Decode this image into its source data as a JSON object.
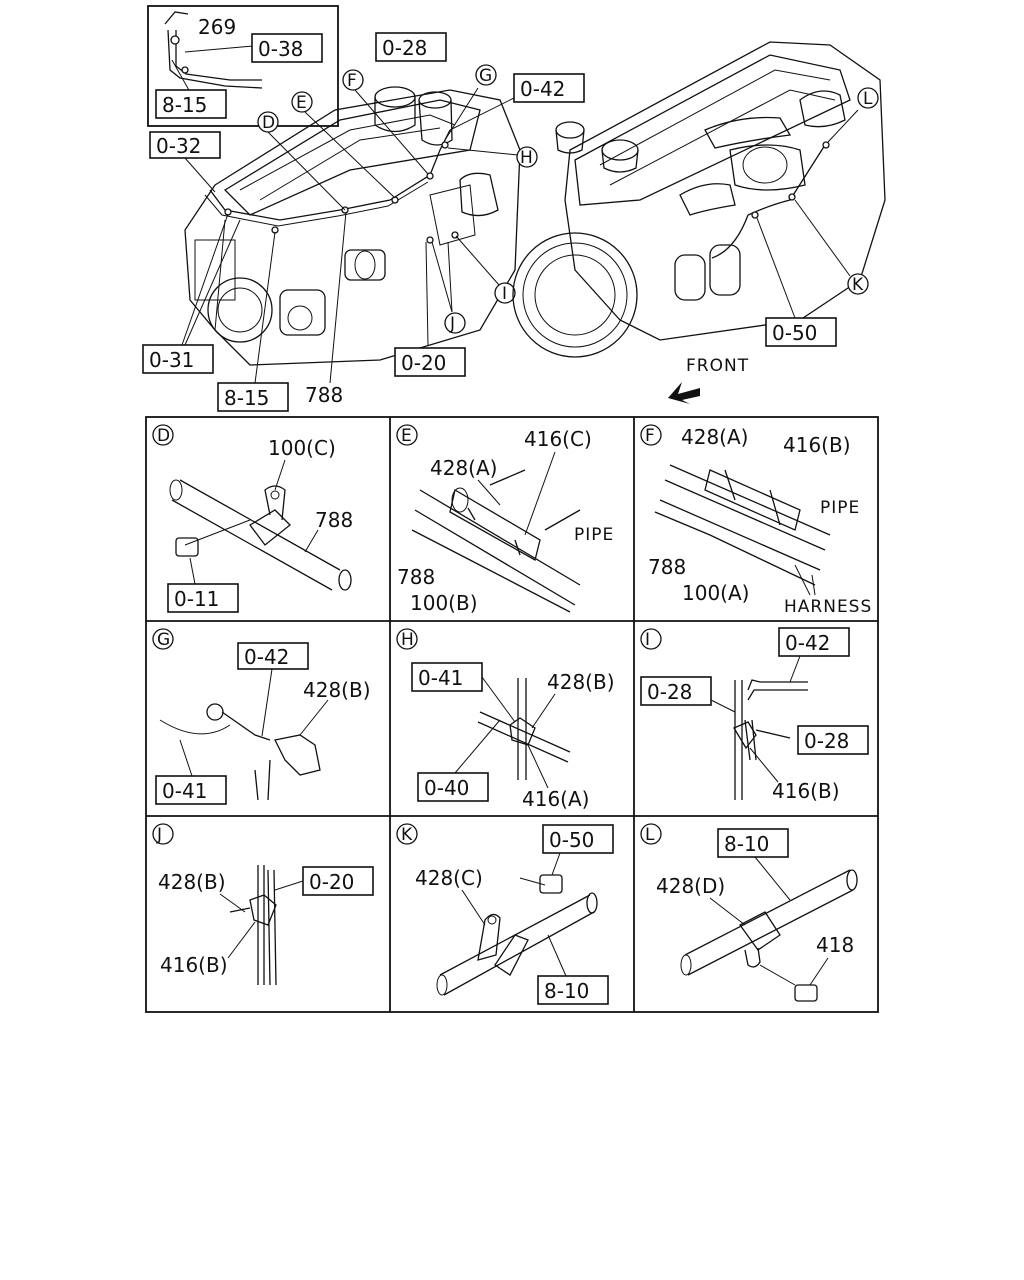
{
  "overview": {
    "labels": {
      "l269": "269",
      "l038": "0-38",
      "l815a": "8-15",
      "l028": "0-28",
      "l042": "0-42",
      "l032": "0-32",
      "l031": "0-31",
      "l815b": "8-15",
      "l788": "788",
      "l020": "0-20",
      "l050": "0-50",
      "front": "FRONT"
    },
    "callouts": {
      "D": "D",
      "E": "E",
      "F": "F",
      "G": "G",
      "H": "H",
      "I": "I",
      "J": "J",
      "K": "K",
      "L": "L"
    }
  },
  "details": {
    "D": {
      "letter": "D",
      "p100c": "100(C)",
      "p788": "788",
      "p011": "0-11"
    },
    "E": {
      "letter": "E",
      "p416c": "416(C)",
      "p428a": "428(A)",
      "pipe": "PIPE",
      "p788": "788",
      "p100b": "100(B)"
    },
    "F": {
      "letter": "F",
      "p428a": "428(A)",
      "p416b": "416(B)",
      "pipe": "PIPE",
      "p788": "788",
      "p100a": "100(A)",
      "harness": "HARNESS"
    },
    "G": {
      "letter": "G",
      "p042": "0-42",
      "p428b": "428(B)",
      "p041": "0-41"
    },
    "H": {
      "letter": "H",
      "p041": "0-41",
      "p428b": "428(B)",
      "p040": "0-40",
      "p416a": "416(A)"
    },
    "I": {
      "letter": "I",
      "p042": "0-42",
      "p028a": "0-28",
      "p028b": "0-28",
      "p416b": "416(B)"
    },
    "J": {
      "letter": "J",
      "p428b": "428(B)",
      "p020": "0-20",
      "p416b": "416(B)"
    },
    "K": {
      "letter": "K",
      "p050": "0-50",
      "p428c": "428(C)",
      "p810": "8-10"
    },
    "L": {
      "letter": "L",
      "p810": "8-10",
      "p428d": "428(D)",
      "p418": "418"
    }
  }
}
